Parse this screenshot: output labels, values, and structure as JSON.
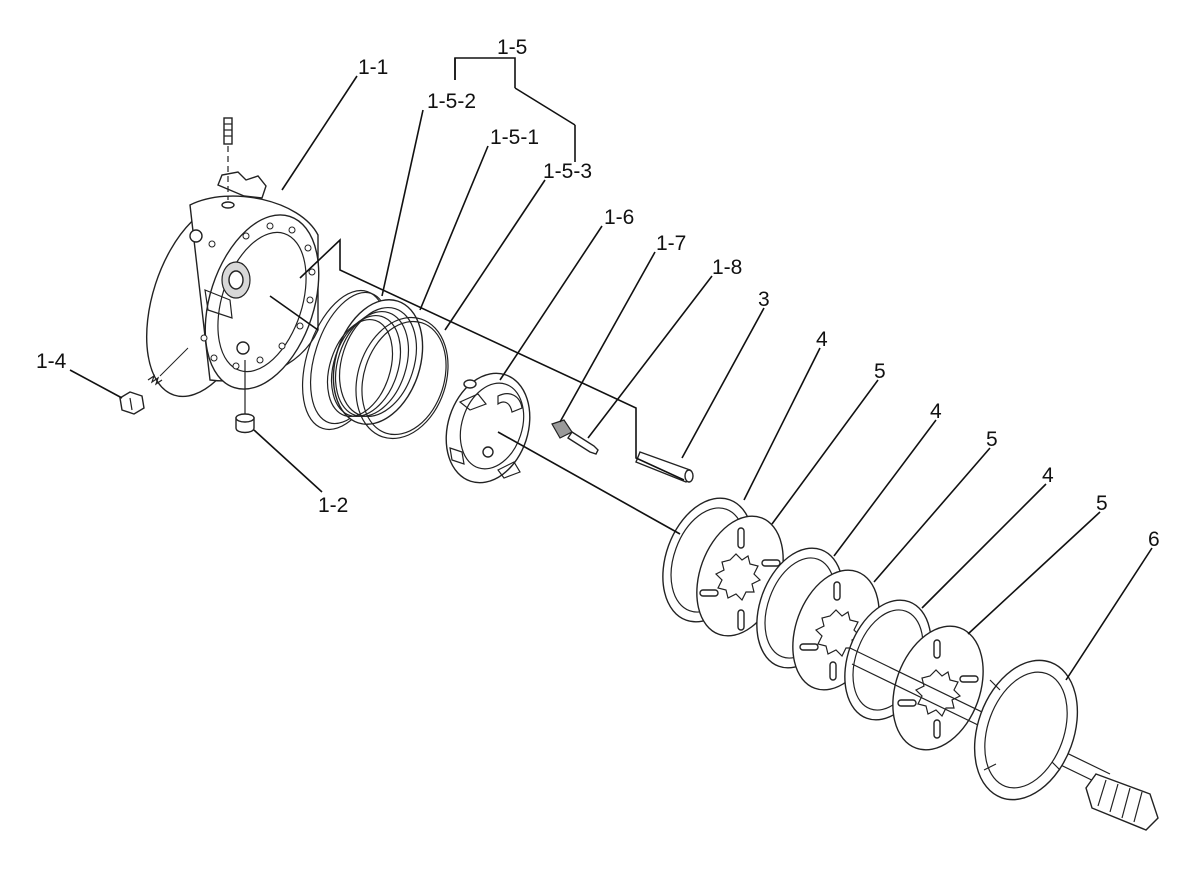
{
  "diagram": {
    "labels": {
      "l_1_1": "1-1",
      "l_1_2": "1-2",
      "l_1_4": "1-4",
      "l_1_5": "1-5",
      "l_1_5_1": "1-5-1",
      "l_1_5_2": "1-5-2",
      "l_1_5_3": "1-5-3",
      "l_1_6": "1-6",
      "l_1_7": "1-7",
      "l_1_8": "1-8",
      "l_3": "3",
      "l_4a": "4",
      "l_4b": "4",
      "l_4c": "4",
      "l_5a": "5",
      "l_5b": "5",
      "l_5c": "5",
      "l_6": "6"
    }
  }
}
